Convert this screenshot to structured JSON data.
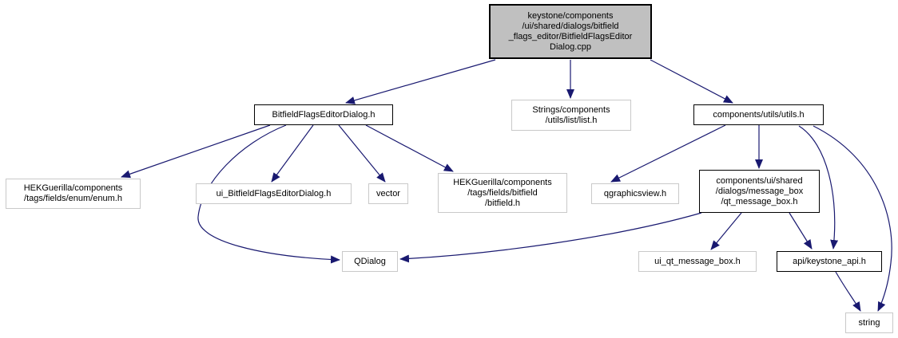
{
  "diagram": {
    "kind": "doxygen-include-dependency-graph",
    "colors": {
      "edge": "#191970",
      "root_fill": "#c0c0c0",
      "node_fill": "#ffffff",
      "documented_border": "#000000",
      "external_border": "#c9c9c9",
      "text": "#000000",
      "background": "#ffffff"
    },
    "nodes": [
      {
        "id": "root",
        "kind": "root",
        "label": "keystone/components\n/ui/shared/dialogs/bitfield\n_flags_editor/BitfieldFlagsEditor\nDialog.cpp"
      },
      {
        "id": "bitfield-flags-editor-dialog-h",
        "kind": "documented",
        "label": "BitfieldFlagsEditorDialog.h"
      },
      {
        "id": "strings-list-h",
        "kind": "external",
        "label": "Strings/components\n/utils/list/list.h"
      },
      {
        "id": "utils-h",
        "kind": "documented",
        "label": "components/utils/utils.h"
      },
      {
        "id": "enum-h",
        "kind": "external",
        "label": "HEKGuerilla/components\n/tags/fields/enum/enum.h"
      },
      {
        "id": "ui-bitfield-flags-editor-dialog-h",
        "kind": "external",
        "label": "ui_BitfieldFlagsEditorDialog.h"
      },
      {
        "id": "vector",
        "kind": "external",
        "label": "vector"
      },
      {
        "id": "bitfield-h",
        "kind": "external",
        "label": "HEKGuerilla/components\n/tags/fields/bitfield\n/bitfield.h"
      },
      {
        "id": "qgraphicsview-h",
        "kind": "external",
        "label": "qgraphicsview.h"
      },
      {
        "id": "qt-message-box-h",
        "kind": "documented",
        "label": "components/ui/shared\n/dialogs/message_box\n/qt_message_box.h"
      },
      {
        "id": "qdialog",
        "kind": "external",
        "label": "QDialog"
      },
      {
        "id": "ui-qt-message-box-h",
        "kind": "external",
        "label": "ui_qt_message_box.h"
      },
      {
        "id": "api-keystone-api-h",
        "kind": "documented",
        "label": "api/keystone_api.h"
      },
      {
        "id": "string",
        "kind": "external",
        "label": "string"
      }
    ],
    "edges": [
      {
        "from": "root",
        "to": "bitfield-flags-editor-dialog-h"
      },
      {
        "from": "root",
        "to": "strings-list-h"
      },
      {
        "from": "root",
        "to": "utils-h"
      },
      {
        "from": "bitfield-flags-editor-dialog-h",
        "to": "enum-h"
      },
      {
        "from": "bitfield-flags-editor-dialog-h",
        "to": "qdialog"
      },
      {
        "from": "bitfield-flags-editor-dialog-h",
        "to": "ui-bitfield-flags-editor-dialog-h"
      },
      {
        "from": "bitfield-flags-editor-dialog-h",
        "to": "vector"
      },
      {
        "from": "bitfield-flags-editor-dialog-h",
        "to": "bitfield-h"
      },
      {
        "from": "utils-h",
        "to": "qgraphicsview-h"
      },
      {
        "from": "utils-h",
        "to": "qt-message-box-h"
      },
      {
        "from": "utils-h",
        "to": "api-keystone-api-h"
      },
      {
        "from": "utils-h",
        "to": "string"
      },
      {
        "from": "qt-message-box-h",
        "to": "qdialog"
      },
      {
        "from": "qt-message-box-h",
        "to": "ui-qt-message-box-h"
      },
      {
        "from": "qt-message-box-h",
        "to": "api-keystone-api-h"
      },
      {
        "from": "api-keystone-api-h",
        "to": "string"
      }
    ]
  }
}
